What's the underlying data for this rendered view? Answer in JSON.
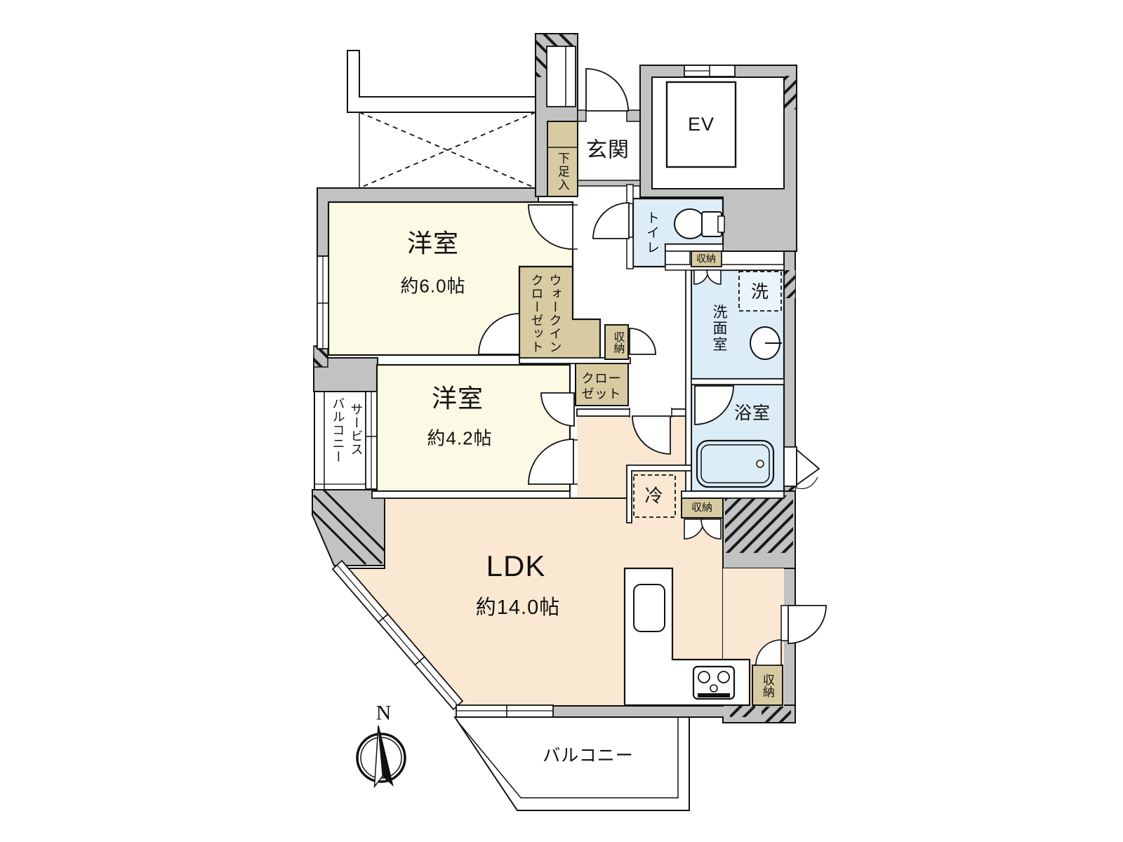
{
  "floorplan": {
    "bedroom1": {
      "name": "洋室",
      "area": "約6.0帖"
    },
    "bedroom2": {
      "name": "洋室",
      "area": "約4.2帖"
    },
    "ldk": {
      "name": "LDK",
      "area": "約14.0帖"
    },
    "entrance": "玄関",
    "shoe_cabinet": "下足入",
    "toilet": "トイレ",
    "washroom": "洗面室",
    "washer": "洗",
    "bathroom": "浴室",
    "elevator": "EV",
    "refrigerator": "冷",
    "walk_in_closet": {
      "line1": "ウォークイン",
      "line2": "クローゼット"
    },
    "closet": {
      "line1": "クロー",
      "line2": "ゼット"
    },
    "service_balcony": {
      "line1": "サービス",
      "line2": "バルコニー"
    },
    "balcony": "バルコニー",
    "storage_hall": "収納",
    "storage_washroom": "収納",
    "storage_bath": "収納",
    "storage_kitchen": "収納",
    "compass_north": "N",
    "colors": {
      "wall_gray": "#C2C2C2",
      "room_cream": "#FCF9E4",
      "room_peach": "#FAE8D2",
      "storage_tan": "#D8CBA2",
      "wet_blue": "#DCEDF8",
      "line_black": "#111111"
    }
  }
}
